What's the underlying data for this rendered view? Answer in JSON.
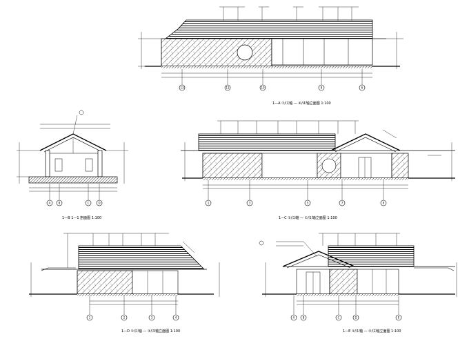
{
  "sheet": {
    "title": "",
    "drawings": [
      {
        "id": "elev-top",
        "title_prefix": "1—A",
        "title": "①/⑴轴 — ④/⑷轴立面图",
        "scale": "1:100",
        "axes": [
          "13",
          "11",
          "10",
          "8",
          "6"
        ]
      },
      {
        "id": "section-1-1",
        "title_prefix": "1—B",
        "title": "1—1 剖面图",
        "scale": "1:100",
        "axes": [
          "A",
          "B",
          "C",
          "D"
        ]
      },
      {
        "id": "elev-mid-right",
        "title_prefix": "1—C",
        "title": "①/⑴轴 — ①/⑴轴立面图",
        "scale": "1:100",
        "axes": [
          "1",
          "3",
          "5",
          "7",
          "9"
        ]
      },
      {
        "id": "elev-bottom-left",
        "title_prefix": "1—D",
        "title": "①/⑴轴 — ③/⑶轴立面图",
        "scale": "1:100",
        "axes": [
          "1",
          "2",
          "3",
          "4"
        ]
      },
      {
        "id": "elev-bottom-right",
        "title_prefix": "1—E",
        "title": "①/⑴轴 — ②/⑵轴立面图",
        "scale": "1:100",
        "axes": [
          "A",
          "B",
          "C",
          "D",
          "E"
        ]
      }
    ]
  }
}
